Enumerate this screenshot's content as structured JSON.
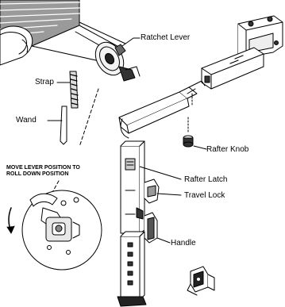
{
  "labels": {
    "ratchet_lever": "Ratchet Lever",
    "strap": "Strap",
    "wand": "Wand",
    "rafter_knob": "Rafter Knob",
    "rafter_latch": "Rafter Latch",
    "travel_lock": "Travel Lock",
    "handle": "Handle"
  },
  "callout": {
    "line1": "MOVE LEVER POSITION TO",
    "line2": "ROLL DOWN POSITION"
  }
}
